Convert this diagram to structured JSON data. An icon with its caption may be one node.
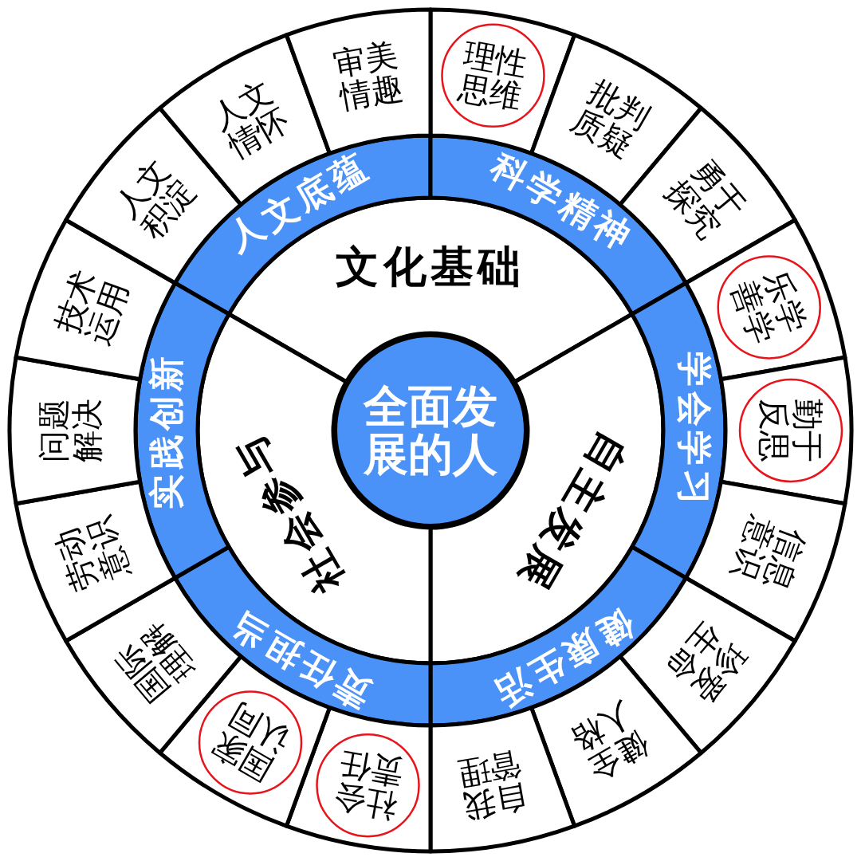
{
  "diagram": {
    "nodes": [
      {
        "text": [
          "全面发展的人"
        ]
      },
      {
        "text": [
          "文化基础"
        ]
      },
      {
        "text": [
          "自主发展"
        ]
      },
      {
        "text": [
          "社会参与"
        ]
      },
      {
        "text": [
          "人文底蕴"
        ]
      },
      {
        "text": [
          "科学精神"
        ]
      },
      {
        "text": [
          "学会学习"
        ]
      },
      {
        "text": [
          "健康生活"
        ]
      },
      {
        "text": [
          "责任担当"
        ]
      },
      {
        "text": [
          "实践创新"
        ]
      },
      {
        "text": [
          "理性思维"
        ]
      },
      {
        "text": [
          "批判质疑"
        ]
      },
      {
        "text": [
          "勇于探究"
        ]
      },
      {
        "text": [
          "乐学善学"
        ]
      },
      {
        "text": [
          "勤于反思"
        ]
      },
      {
        "text": [
          "信息意识"
        ]
      },
      {
        "text": [
          "珍爱生命"
        ]
      },
      {
        "text": [
          "健全人格"
        ]
      },
      {
        "text": [
          "自我管理"
        ]
      },
      {
        "text": [
          "社会责任"
        ]
      },
      {
        "text": [
          "国家认同"
        ]
      },
      {
        "text": [
          "国际理解"
        ]
      },
      {
        "text": [
          "劳动意识"
        ]
      },
      {
        "text": [
          "问题解决"
        ]
      },
      {
        "text": [
          "技术运用"
        ]
      },
      {
        "text": [
          "人文积淀"
        ]
      },
      {
        "text": [
          "人文情怀"
        ]
      },
      {
        "text": [
          "审美情趣"
        ]
      }
    ]
  }
}
